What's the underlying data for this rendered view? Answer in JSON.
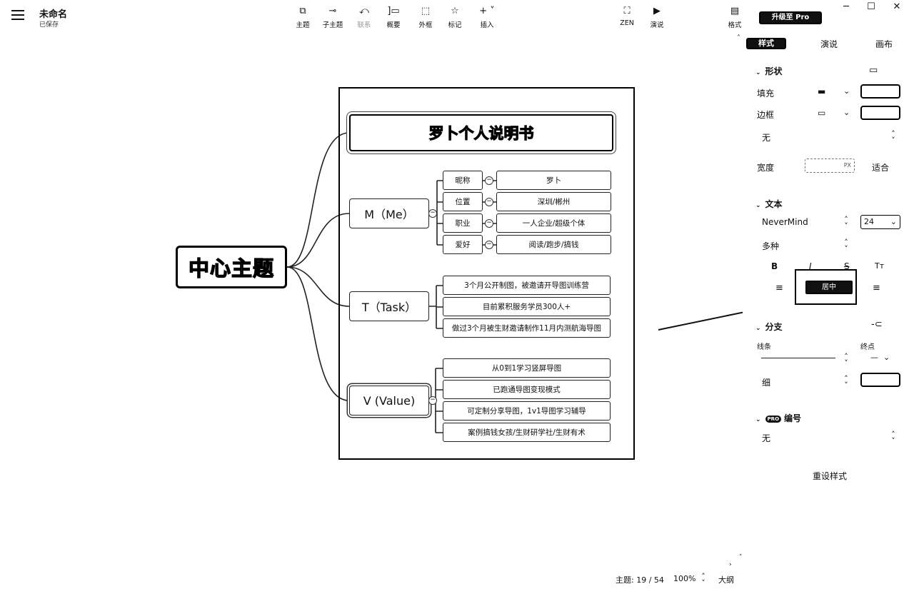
{
  "document": {
    "title": "未命名",
    "status": "已保存"
  },
  "toolbar": [
    {
      "icon": "topic-icon",
      "label": "主题",
      "glyph": "⧉"
    },
    {
      "icon": "subtopic-icon",
      "label": "子主题",
      "glyph": "⊸"
    },
    {
      "icon": "relationship-icon",
      "label": "联系",
      "glyph": "⤺"
    },
    {
      "icon": "summary-icon",
      "label": "概要",
      "glyph": "]▭"
    },
    {
      "icon": "boundary-icon",
      "label": "外框",
      "glyph": "⬚"
    },
    {
      "icon": "marker-icon",
      "label": "标记",
      "glyph": "☆"
    },
    {
      "icon": "insert-icon",
      "label": "插入",
      "glyph": "+ ˅"
    }
  ],
  "toolbar_right": [
    {
      "icon": "zen-icon",
      "label": "ZEN",
      "glyph": "⛶"
    },
    {
      "icon": "pitch-icon",
      "label": "演说",
      "glyph": "▶"
    },
    {
      "icon": "format-icon",
      "label": "格式",
      "glyph": "▤"
    }
  ],
  "window_controls": {
    "minimize": "─",
    "maximize": "☐",
    "close": "✕"
  },
  "mindmap": {
    "root": "中心主题",
    "title": "罗卜个人说明书",
    "branches": {
      "me": {
        "label": "M（Me）",
        "items": [
          {
            "key": "昵称",
            "value": "罗卜"
          },
          {
            "key": "位置",
            "value": "深圳/郴州"
          },
          {
            "key": "职业",
            "value": "一人企业/超级个体"
          },
          {
            "key": "爱好",
            "value": "阅读/跑步/搞钱"
          }
        ]
      },
      "task": {
        "label": "T（Task）",
        "items": [
          "3个月公开制图，被邀请开导图训练营",
          "目前累积服务学员300人+",
          "做过3个月被生财邀请制作11月内测航海导图"
        ]
      },
      "value": {
        "label": "V (Value)",
        "items": [
          "从0到1学习竖屏导图",
          "已跑通导图变现模式",
          "可定制分享导图，1v1导图学习辅导",
          "案例搞钱女孩/生财研学社/生财有术"
        ]
      }
    },
    "collapse_glyph": "−"
  },
  "panel": {
    "upgrade": "升级至 Pro",
    "tabs": [
      "样式",
      "演说",
      "画布"
    ],
    "shape": {
      "title": "形状",
      "fill_label": "填充",
      "border_label": "边框",
      "border_style": "无",
      "width_label": "宽度",
      "width_unit": "PX",
      "fit_label": "适合"
    },
    "text": {
      "title": "文本",
      "font": "NeverMind",
      "size": "24",
      "weight": "多种",
      "bold": "B",
      "italic": "I",
      "strike": "S",
      "case": "Tт",
      "align_center": "居中"
    },
    "branch": {
      "title": "分支",
      "line_label": "线条",
      "end_label": "终点",
      "thickness": "细"
    },
    "numbering": {
      "title": "编号",
      "pro_badge": "PRO",
      "value": "无"
    },
    "reset": "重设样式"
  },
  "statusbar": {
    "topics": "主题: 19 / 54",
    "zoom": "100%",
    "outline": "大纲"
  }
}
